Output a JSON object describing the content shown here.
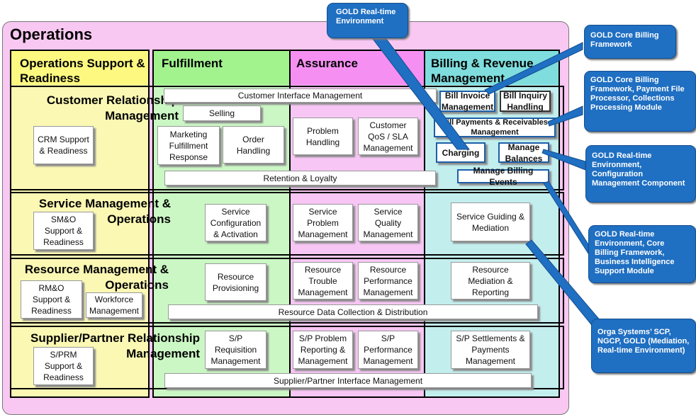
{
  "title": "Operations",
  "columns": {
    "osr": "Operations Support & Readiness",
    "fulfillment": "Fulfillment",
    "assurance": "Assurance",
    "billing": "Billing & Revenue Management"
  },
  "rows": {
    "crm": "Customer Relationship Management",
    "smo": "Service Management & Operations",
    "rmo": "Resource Management & Operations",
    "sprm": "Supplier/Partner Relationship Management"
  },
  "boxes": {
    "crm_support": "CRM Support & Readiness",
    "customer_interface": "Customer Interface Management",
    "selling": "Selling",
    "marketing": "Marketing Fulfillment Response",
    "order_handling": "Order Handling",
    "problem_handling": "Problem Handling",
    "customer_qos": "Customer QoS / SLA Management",
    "bill_invoice": "Bill Invoice Management",
    "bill_inquiry": "Bill Inquiry Handling",
    "bill_payments": "Bill Payments & Receivables Management",
    "charging": "Charging",
    "manage_balances": "Manage Balances",
    "retention": "Retention & Loyalty",
    "manage_billing_events": "Manage Billing Events",
    "smo_support": "SM&O Support & Readiness",
    "service_config": "Service Configuration & Activation",
    "service_problem": "Service Problem Management",
    "service_quality": "Service Quality Management",
    "service_guiding": "Service Guiding & Mediation",
    "rmo_support": "RM&O Support & Readiness",
    "workforce": "Workforce Management",
    "resource_provisioning": "Resource Provisioning",
    "resource_trouble": "Resource Trouble Management",
    "resource_performance": "Resource Performance Management",
    "resource_mediation": "Resource Mediation & Reporting",
    "resource_data": "Resource Data Collection & Distribution",
    "sprm_support": "S/PRM Support & Readiness",
    "sp_requisition": "S/P Requisition Management",
    "sp_problem": "S/P Problem Reporting & Management",
    "sp_performance": "S/P Performance Management",
    "sp_settlements": "S/P Settlements & Payments Management",
    "sp_interface": "Supplier/Partner Interface Management"
  },
  "callouts": {
    "realtime_top": "GOLD Real-time Environment",
    "core_billing": "GOLD Core Billing Framework",
    "core_billing_payment": "GOLD Core Billing Framework, Payment File Processor, Collections Processing Module",
    "realtime_config": "GOLD Real-time Environment, Configuration Management Component",
    "realtime_bi": "GOLD Real-time Environment, Core Billing Framework, Business Intelligence Support Module",
    "orga": "Orga Systems’ SCP, NGCP, GOLD (Mediation, Real-time Environment)"
  },
  "colors": {
    "operations_bg": "#f8c8f2",
    "osr_col": "#fbf8b4",
    "fulfillment_col": "#cbf7c4",
    "assurance_col": "#f7c6f4",
    "billing_col": "#c3eeee",
    "osr_header": "#fdf980",
    "fulfillment_header": "#a2f28e",
    "assurance_header": "#f58ff2",
    "billing_header": "#7fdddd",
    "callout_blue": "#1f6fc2"
  }
}
